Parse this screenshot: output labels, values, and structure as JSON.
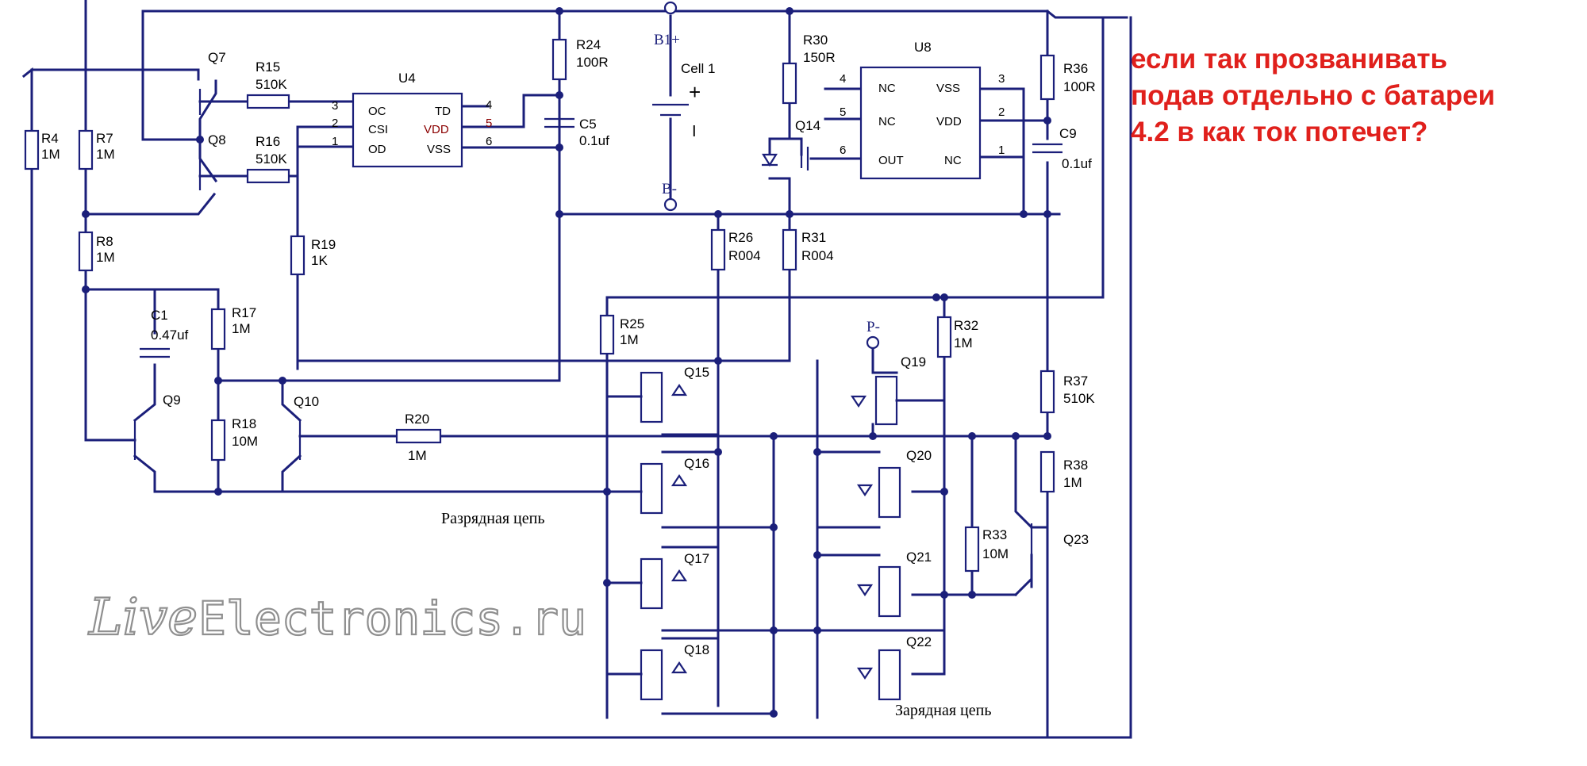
{
  "annotation": {
    "lines": [
      "если так прозванивать",
      "подав отдельно с батареи",
      "4.2 в как ток потечет?"
    ],
    "color": "#e0201c"
  },
  "watermark": {
    "script": "Live",
    "text": "Electronics.ru"
  },
  "circuit_labels": {
    "discharge": "Разрядная цепь",
    "charge": "Зарядная цепь"
  },
  "terminals": {
    "b_plus": "B1+",
    "b_minus": "B-",
    "p_minus": "P-",
    "cell": "Cell 1",
    "plus": "+",
    "minus": "I"
  },
  "ics": {
    "u4": {
      "ref": "U4",
      "left_pins": [
        "OC",
        "CSI",
        "OD"
      ],
      "right_pins": [
        "TD",
        "VDD",
        "VSS"
      ],
      "left_nums": [
        "3",
        "2",
        "1"
      ],
      "right_nums": [
        "4",
        "5",
        "6"
      ]
    },
    "u8": {
      "ref": "U8",
      "left_pins": [
        "NC",
        "NC",
        "OUT"
      ],
      "right_pins": [
        "VSS",
        "VDD",
        "NC"
      ],
      "left_nums": [
        "4",
        "5",
        "6"
      ],
      "right_nums": [
        "3",
        "2",
        "1"
      ]
    }
  },
  "resistors": {
    "r4": [
      "R4",
      "1M"
    ],
    "r7": [
      "R7",
      "1M"
    ],
    "r8": [
      "R8",
      "1M"
    ],
    "r15": [
      "R15",
      "510K"
    ],
    "r16": [
      "R16",
      "510K"
    ],
    "r17": [
      "R17",
      "1M"
    ],
    "r18": [
      "R18",
      "10M"
    ],
    "r19": [
      "R19",
      "1K"
    ],
    "r20": [
      "R20",
      "1M"
    ],
    "r24": [
      "R24",
      "100R"
    ],
    "r25": [
      "R25",
      "1M"
    ],
    "r26": [
      "R26",
      "R004"
    ],
    "r30": [
      "R30",
      "150R"
    ],
    "r31": [
      "R31",
      "R004"
    ],
    "r32": [
      "R32",
      "1M"
    ],
    "r33": [
      "R33",
      "10M"
    ],
    "r36": [
      "R36",
      "100R"
    ],
    "r37": [
      "R37",
      "510K"
    ],
    "r38": [
      "R38",
      "1M"
    ]
  },
  "capacitors": {
    "c1": [
      "C1",
      "0.47uf"
    ],
    "c5": [
      "C5",
      "0.1uf"
    ],
    "c9": [
      "C9",
      "0.1uf"
    ]
  },
  "transistors": {
    "q7": "Q7",
    "q8": "Q8",
    "q9": "Q9",
    "q10": "Q10",
    "q14": "Q14",
    "q15": "Q15",
    "q16": "Q16",
    "q17": "Q17",
    "q18": "Q18",
    "q19": "Q19",
    "q20": "Q20",
    "q21": "Q21",
    "q22": "Q22",
    "q23": "Q23"
  }
}
